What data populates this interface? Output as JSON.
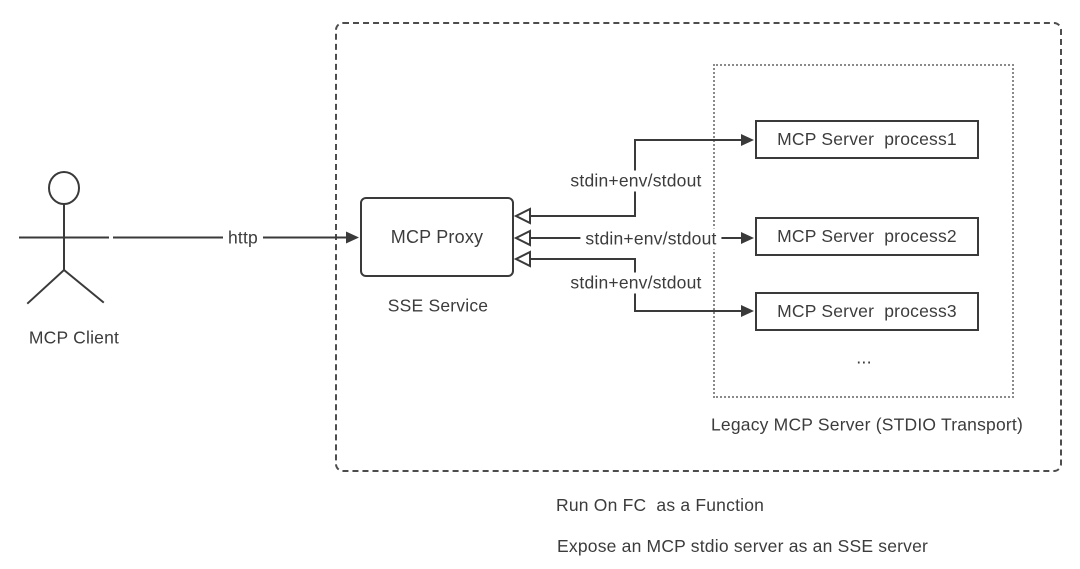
{
  "diagram": {
    "title_hint": "MCP stdio-to-SSE proxy architecture",
    "actor": {
      "label": "MCP Client"
    },
    "http_label": "http",
    "proxy": {
      "label": "MCP Proxy",
      "sublabel": "SSE Service"
    },
    "stdio_labels": [
      "stdin+env/stdout",
      "stdin+env/stdout",
      "stdin+env/stdout"
    ],
    "servers": [
      {
        "label": "MCP Server  process1"
      },
      {
        "label": "MCP Server  process2"
      },
      {
        "label": "MCP Server  process3"
      }
    ],
    "legacy": {
      "label": "Legacy MCP Server (STDIO Transport)",
      "ellipsis": "..."
    },
    "notes": [
      "Run On FC  as a Function",
      "Expose an MCP stdio server as an SSE server"
    ],
    "colors": {
      "line": "#3a3a3a",
      "text": "#3c3c3c",
      "dashed_border": "#4d4d4d",
      "dotted_border": "#8a8a8a",
      "background": "#ffffff"
    }
  }
}
